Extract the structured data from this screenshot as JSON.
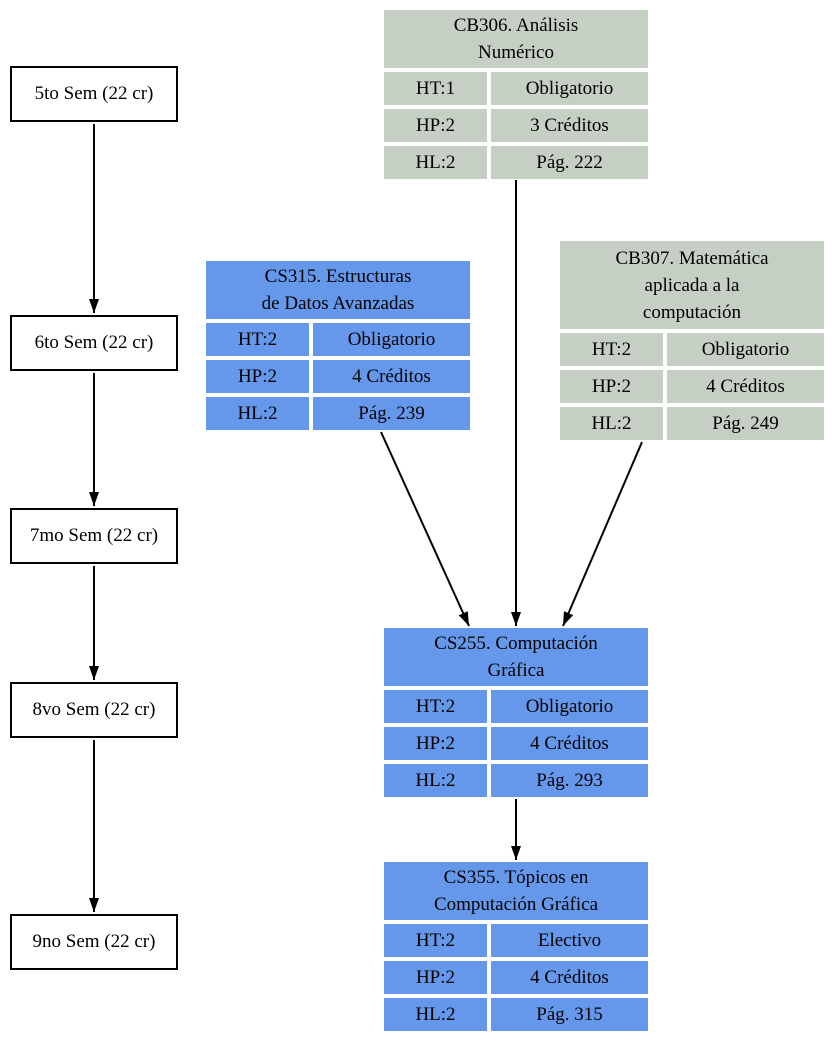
{
  "diagram": {
    "type": "curriculum-flowchart",
    "colors": {
      "cs_course_fill": "#6598ea",
      "cb_course_fill": "#c5cfc4",
      "semester_fill": "#ffffff",
      "border_and_arrows": "#000000"
    }
  },
  "semesters": [
    {
      "label": "5to Sem (22 cr)"
    },
    {
      "label": "6to Sem (22 cr)"
    },
    {
      "label": "7mo Sem (22 cr)"
    },
    {
      "label": "8vo Sem (22 cr)"
    },
    {
      "label": "9no Sem (22 cr)"
    }
  ],
  "courses": [
    {
      "id": "CB306",
      "title": "CB306. Análisis Numérico",
      "title_lines": [
        "CB306. Análisis",
        "Numérico"
      ],
      "rows": [
        {
          "key": "HT:1",
          "value": "Obligatorio"
        },
        {
          "key": "HP:2",
          "value": "3 Créditos"
        },
        {
          "key": "HL:2",
          "value": "Pág. 222"
        }
      ]
    },
    {
      "id": "CS315",
      "title": "CS315. Estructuras de Datos Avanzadas",
      "title_lines": [
        "CS315. Estructuras",
        "de Datos Avanzadas"
      ],
      "rows": [
        {
          "key": "HT:2",
          "value": "Obligatorio"
        },
        {
          "key": "HP:2",
          "value": "4 Créditos"
        },
        {
          "key": "HL:2",
          "value": "Pág. 239"
        }
      ]
    },
    {
      "id": "CB307",
      "title": "CB307. Matemática aplicada a la computación",
      "title_lines": [
        "CB307. Matemática",
        "aplicada a la",
        "computación"
      ],
      "rows": [
        {
          "key": "HT:2",
          "value": "Obligatorio"
        },
        {
          "key": "HP:2",
          "value": "4 Créditos"
        },
        {
          "key": "HL:2",
          "value": "Pág. 249"
        }
      ]
    },
    {
      "id": "CS255",
      "title": "CS255. Computación Gráfica",
      "title_lines": [
        "CS255. Computación",
        "Gráfica"
      ],
      "rows": [
        {
          "key": "HT:2",
          "value": "Obligatorio"
        },
        {
          "key": "HP:2",
          "value": "4 Créditos"
        },
        {
          "key": "HL:2",
          "value": "Pág. 293"
        }
      ]
    },
    {
      "id": "CS355",
      "title": "CS355. Tópicos en Computación Gráfica",
      "title_lines": [
        "CS355. Tópicos en",
        "Computación Gráfica"
      ],
      "rows": [
        {
          "key": "HT:2",
          "value": "Electivo"
        },
        {
          "key": "HP:2",
          "value": "4 Créditos"
        },
        {
          "key": "HL:2",
          "value": "Pág. 315"
        }
      ]
    }
  ],
  "edges": [
    {
      "from": "5to Sem (22 cr)",
      "to": "6to Sem (22 cr)"
    },
    {
      "from": "6to Sem (22 cr)",
      "to": "7mo Sem (22 cr)"
    },
    {
      "from": "7mo Sem (22 cr)",
      "to": "8vo Sem (22 cr)"
    },
    {
      "from": "8vo Sem (22 cr)",
      "to": "9no Sem (22 cr)"
    },
    {
      "from": "CB306",
      "to": "CS255"
    },
    {
      "from": "CS315",
      "to": "CS255"
    },
    {
      "from": "CB307",
      "to": "CS255"
    },
    {
      "from": "CS255",
      "to": "CS355"
    }
  ]
}
